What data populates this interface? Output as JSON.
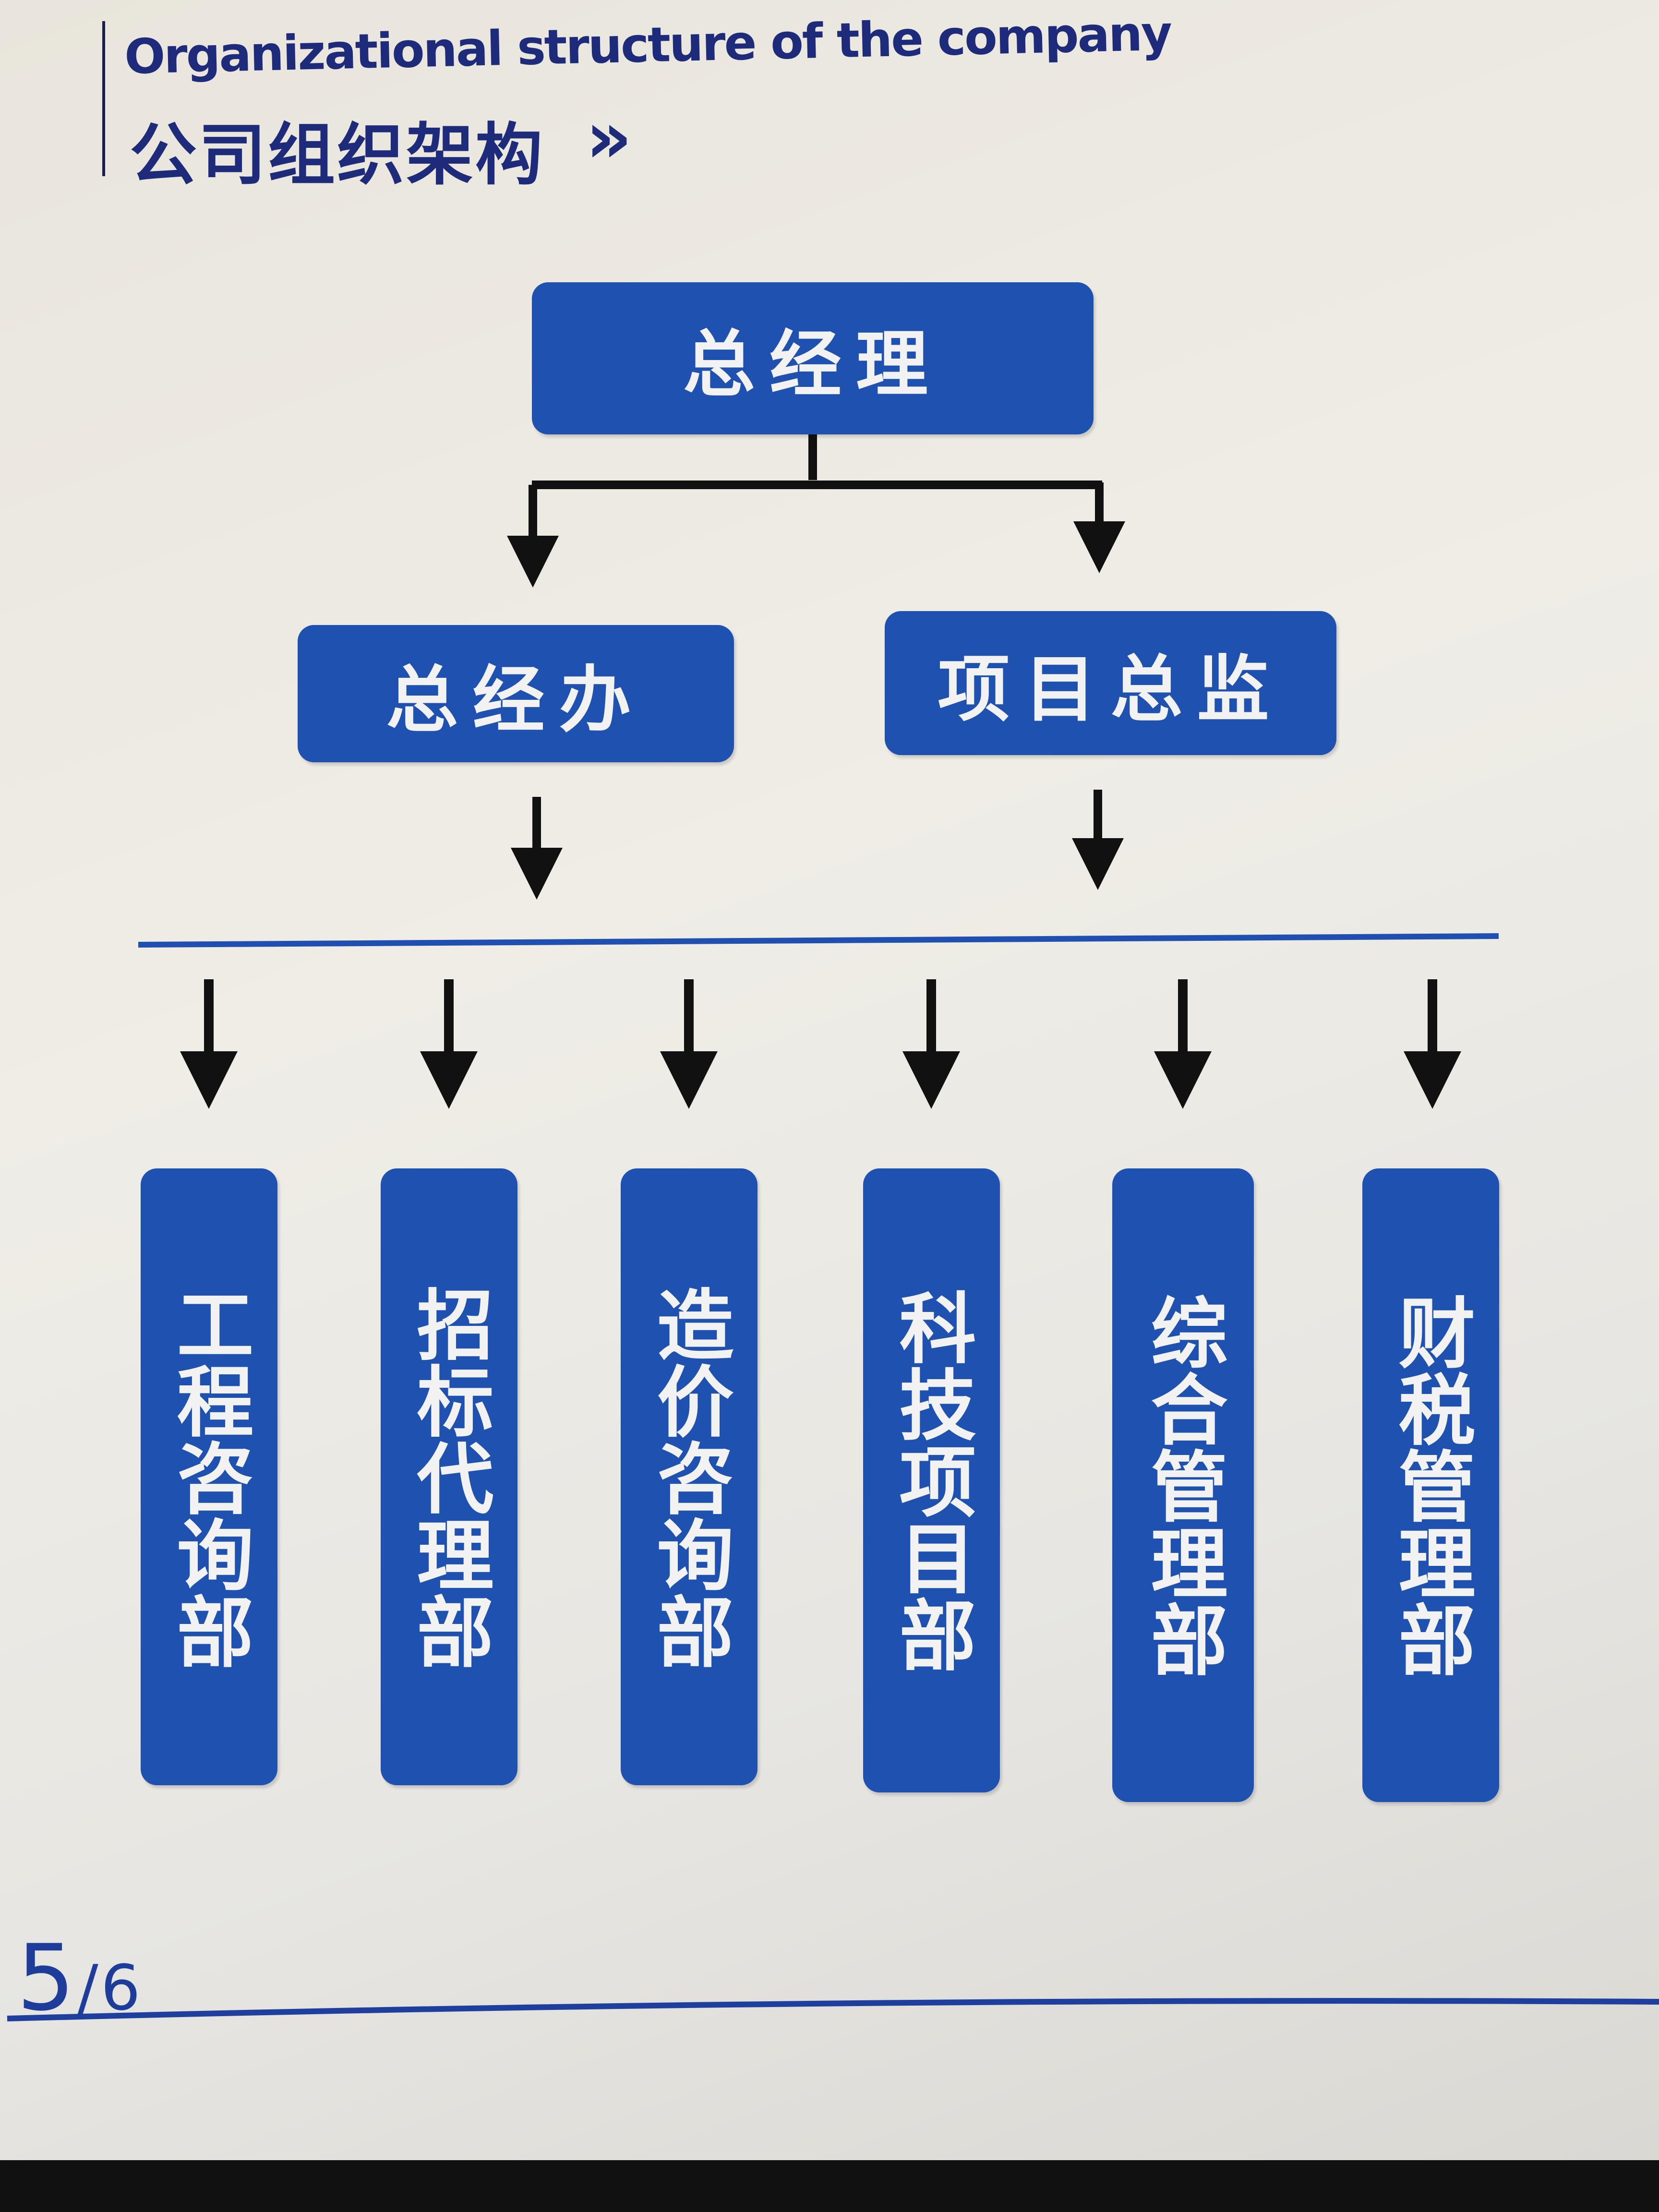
{
  "header": {
    "title_en": "Organizational structure of the company",
    "title_cn": "公司组织架构",
    "chevron": "»"
  },
  "chart": {
    "top": {
      "label": "总经理"
    },
    "second": [
      {
        "label": "总经办"
      },
      {
        "label": "项目总监"
      }
    ],
    "departments": [
      {
        "label": "工程咨询部"
      },
      {
        "label": "招标代理部"
      },
      {
        "label": "造价咨询部"
      },
      {
        "label": "科技项目部"
      },
      {
        "label": "综合管理部"
      },
      {
        "label": "财税管理部"
      }
    ]
  },
  "footer": {
    "page_current": "5",
    "separator": "/",
    "page_total": "6"
  },
  "colors": {
    "box": "#1f51b0",
    "title": "#1e2a7a",
    "line": "#1f4fb0",
    "arrow": "#111111"
  }
}
